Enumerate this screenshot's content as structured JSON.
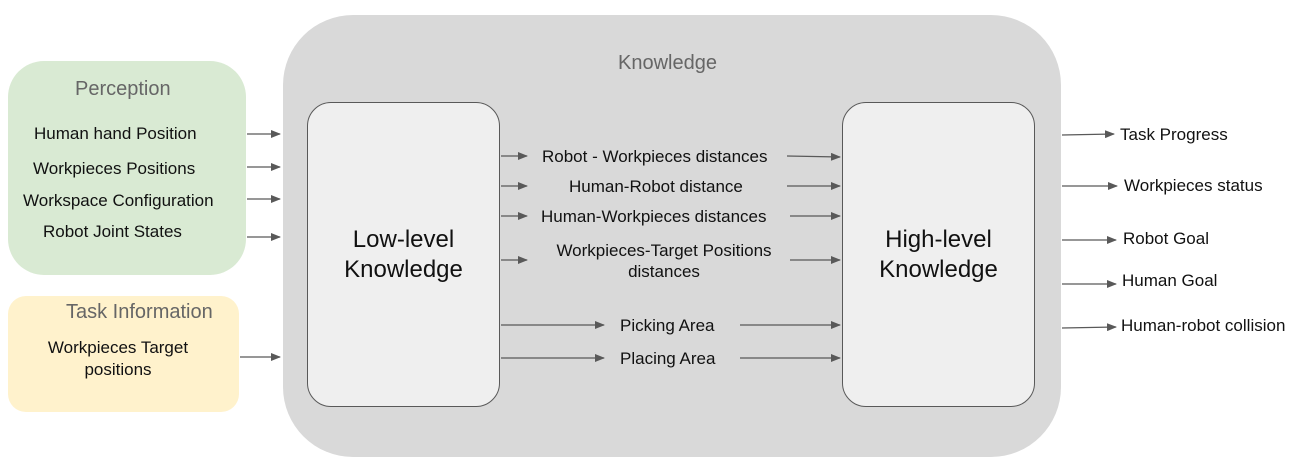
{
  "knowledge": {
    "title": "Knowledge",
    "low_level": "Low-level\nKnowledge",
    "high_level": "High-level\nKnowledge",
    "relations": [
      "Robot - Workpieces distances",
      "Human-Robot distance",
      "Human-Workpieces  distances",
      "Workpieces-Target  Positions\ndistances",
      "Picking Area",
      "Placing Area"
    ]
  },
  "perception": {
    "title": "Perception",
    "items": [
      "Human hand Position",
      "Workpieces Positions",
      "Workspace Configuration",
      "Robot Joint States"
    ]
  },
  "task_information": {
    "title": "Task Information",
    "items": [
      "Workpieces Target\npositions"
    ]
  },
  "outputs": [
    "Task Progress",
    "Workpieces status",
    "Robot Goal",
    "Human Goal",
    "Human-robot collision"
  ],
  "colors": {
    "knowledge_panel": "#d9d9d9",
    "perception_panel": "#d9ead3",
    "task_panel": "#fff2cc",
    "inner_box": "#efefef",
    "arrow": "#595959",
    "title_text": "#666666"
  }
}
